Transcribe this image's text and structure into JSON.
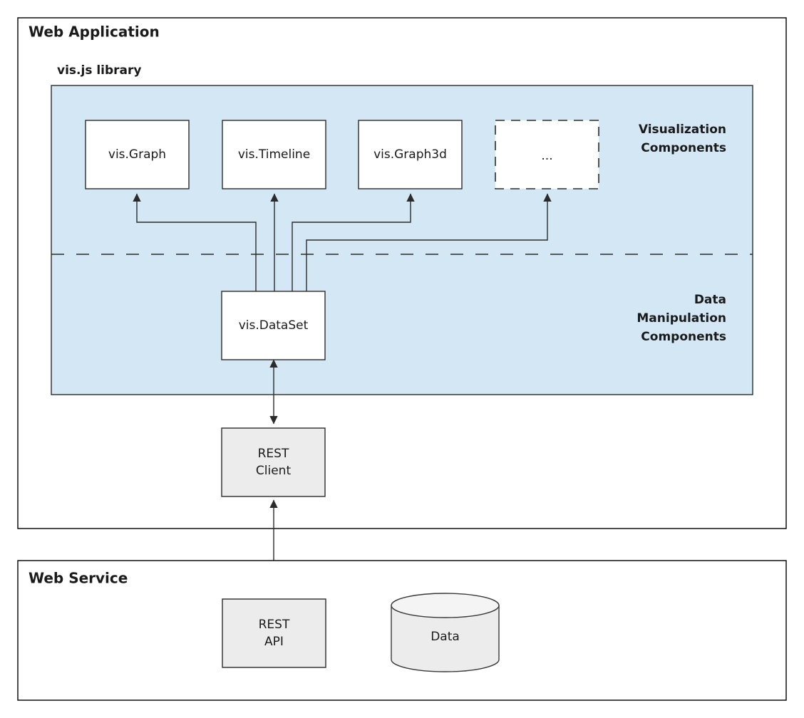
{
  "diagram": {
    "containers": [
      {
        "id": "web-application",
        "title": "Web Application"
      },
      {
        "id": "web-service",
        "title": "Web Service"
      }
    ],
    "library": {
      "title": "vis.js library",
      "panel_color": "#d4e7f4",
      "groups": [
        {
          "id": "visualization",
          "label_lines": [
            "Visualization",
            "Components"
          ]
        },
        {
          "id": "data-manipulation",
          "label_lines": [
            "Data",
            "Manipulation",
            "Components"
          ]
        }
      ]
    },
    "nodes": [
      {
        "id": "vis-graph",
        "label": "vis.Graph",
        "style": "solid",
        "fill": "#ffffff"
      },
      {
        "id": "vis-timeline",
        "label": "vis.Timeline",
        "style": "solid",
        "fill": "#ffffff"
      },
      {
        "id": "vis-graph3d",
        "label": "vis.Graph3d",
        "style": "solid",
        "fill": "#ffffff"
      },
      {
        "id": "more-components",
        "label": "...",
        "style": "dashed",
        "fill": "#ffffff"
      },
      {
        "id": "vis-dataset",
        "label": "vis.DataSet",
        "style": "solid",
        "fill": "#ffffff"
      },
      {
        "id": "rest-client",
        "label_lines": [
          "REST",
          "Client"
        ],
        "style": "solid",
        "fill": "#ececec"
      },
      {
        "id": "rest-api",
        "label_lines": [
          "REST",
          "API"
        ],
        "style": "solid",
        "fill": "#ececec"
      },
      {
        "id": "data-store",
        "label": "Data",
        "style": "cylinder",
        "fill": "#ececec"
      }
    ],
    "edges": [
      {
        "id": "dataset-to-graph",
        "from": "vis-dataset",
        "to": "vis-graph",
        "arrow": "single"
      },
      {
        "id": "dataset-to-timeline",
        "from": "vis-dataset",
        "to": "vis-timeline",
        "arrow": "single"
      },
      {
        "id": "dataset-to-graph3d",
        "from": "vis-dataset",
        "to": "vis-graph3d",
        "arrow": "single"
      },
      {
        "id": "dataset-to-more",
        "from": "vis-dataset",
        "to": "more-components",
        "arrow": "single"
      },
      {
        "id": "dataset-to-rest-client",
        "from": "vis-dataset",
        "to": "rest-client",
        "arrow": "double"
      },
      {
        "id": "rest-client-to-rest-api",
        "from": "rest-client",
        "to": "rest-api",
        "arrow": "double"
      },
      {
        "id": "rest-api-to-data",
        "from": "rest-api",
        "to": "data-store",
        "arrow": "double"
      }
    ]
  }
}
